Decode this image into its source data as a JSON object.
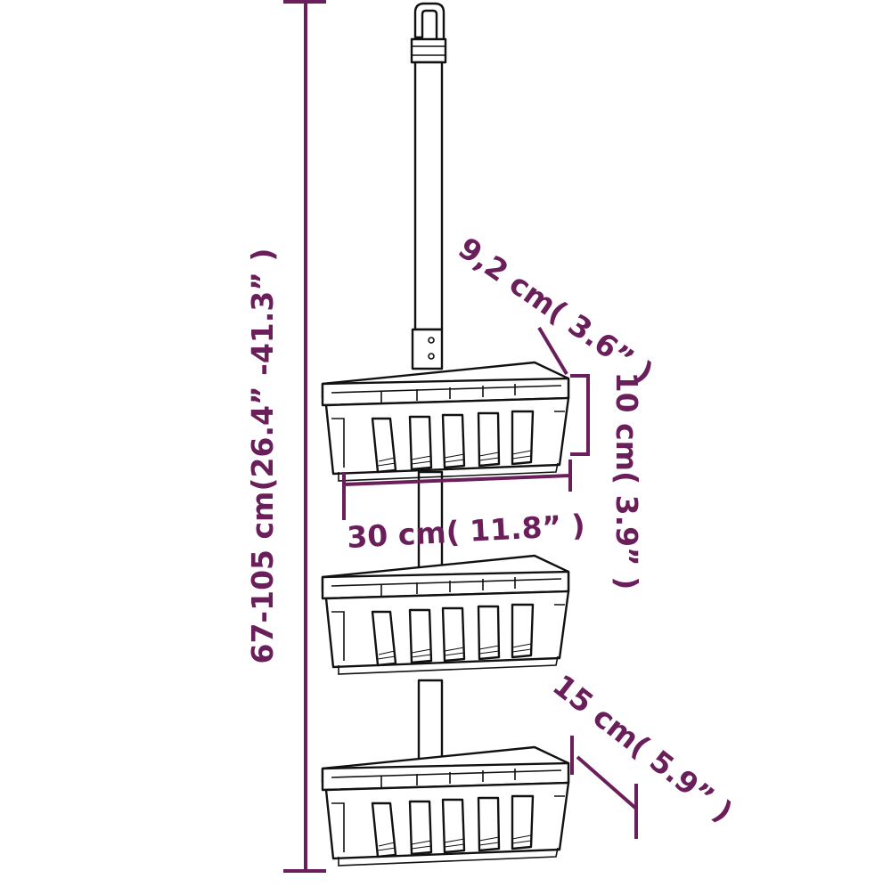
{
  "colors": {
    "dimension": "#6b1f5a",
    "product_outline": "#111111",
    "background": "#ffffff"
  },
  "dimensions": {
    "height": "67-105 cm(26.4”  -41.3” )",
    "depth": "9,2 cm( 3.6” )",
    "basket_height": "10 cm( 3.9” )",
    "width": "30 cm( 11.8” )",
    "spacing": "15 cm( 5.9” )"
  },
  "product": {
    "basket_count": 3,
    "icon": "shower-caddy-pole-with-three-baskets"
  }
}
